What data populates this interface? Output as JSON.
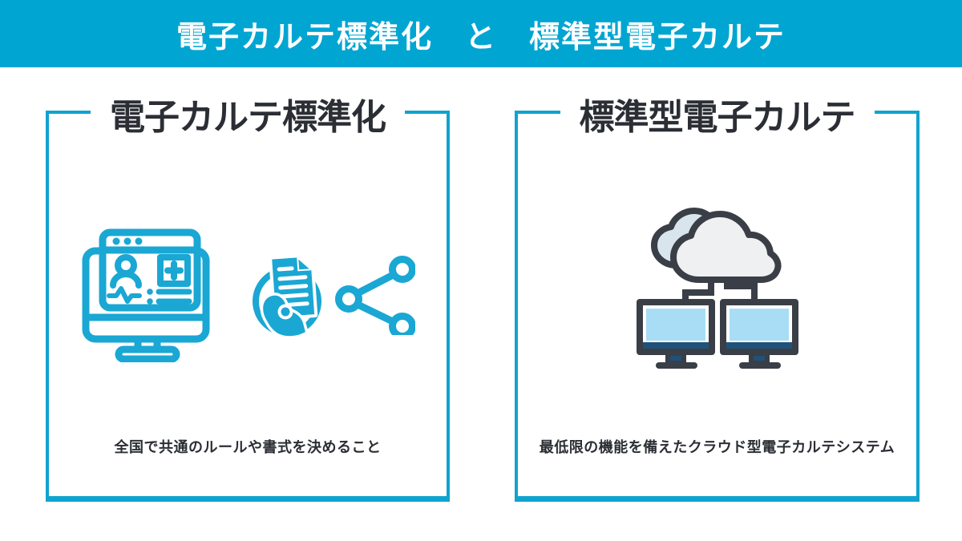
{
  "banner": {
    "title": "電子カルテ標準化　と　標準型電子カルテ",
    "background": "#00a5d2",
    "text_color": "#ffffff"
  },
  "panels": {
    "left": {
      "title": "電子カルテ標準化",
      "caption": "全国で共通のルールや書式を決めること",
      "icons": [
        "emr-monitor-icon",
        "document-hand-icon",
        "share-network-icon"
      ]
    },
    "right": {
      "title": "標準型電子カルテ",
      "caption": "最低限の機能を備えたクラウド型電子カルテシステム",
      "icons": [
        "cloud-network-icon"
      ]
    }
  },
  "colors": {
    "accent_cyan": "#00a5d2",
    "panel_border_cyan": "#0fa3d0",
    "icon_cyan": "#1aa7d4",
    "text_dark": "#2b2e34",
    "outline_dark": "#3a3e46",
    "screen_blue": "#a9ddf6",
    "monitor_navy": "#1f5278",
    "cloud_front_fill": "#eef0f1",
    "cloud_back_fill": "#d8e5ec"
  }
}
